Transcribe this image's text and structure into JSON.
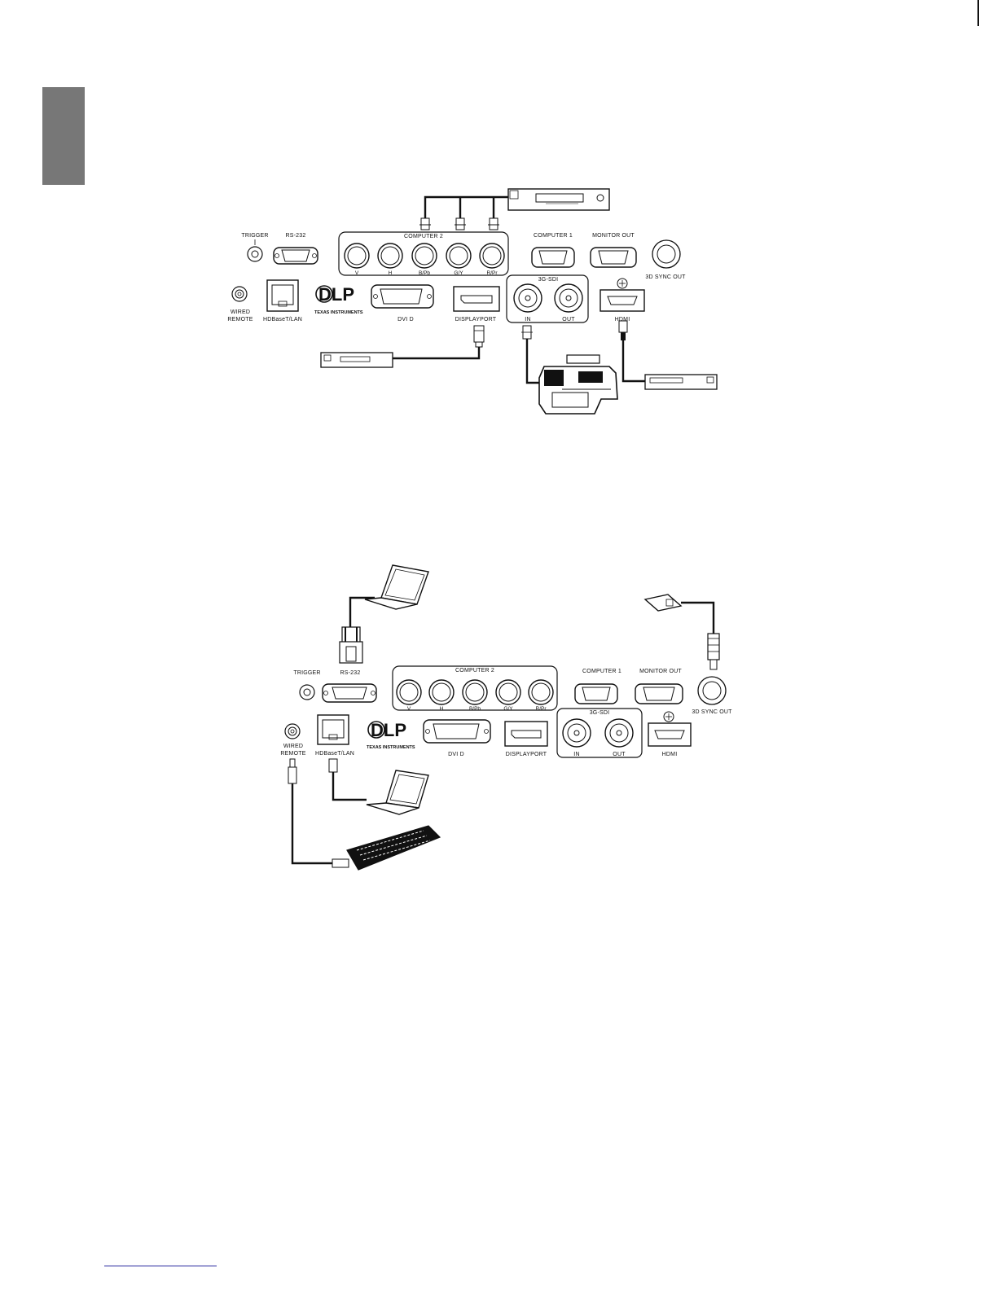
{
  "panel1": {
    "labels": {
      "trigger": "TRIGGER",
      "rs232": "RS-232",
      "computer2": "COMPUTER 2",
      "v": "V",
      "h": "H",
      "bpb": "B/Pb",
      "gy": "G/Y",
      "rpr": "R/Pr",
      "computer1": "COMPUTER 1",
      "monitor_out": "MONITOR OUT",
      "sync_out": "3D SYNC OUT",
      "wired": "WIRED",
      "remote": "REMOTE",
      "hdbaset": "HDBaseT/LAN",
      "dlp": "DLP",
      "texas": "TEXAS INSTRUMENTS",
      "dvid": "DVI D",
      "displayport": "DISPLAYPORT",
      "sdi": "3G-SDI",
      "in": "IN",
      "out": "OUT",
      "hdmi": "HDMI"
    }
  },
  "panel2": {
    "labels": {
      "trigger": "TRIGGER",
      "rs232": "RS-232",
      "computer2": "COMPUTER 2",
      "v": "V",
      "h": "H",
      "bpb": "B/Pb",
      "gy": "G/Y",
      "rpr": "R/Pr",
      "computer1": "COMPUTER 1",
      "monitor_out": "MONITOR OUT",
      "sync_out": "3D SYNC OUT",
      "wired": "WIRED",
      "remote": "REMOTE",
      "hdbaset": "HDBaseT/LAN",
      "dlp": "DLP",
      "texas": "TEXAS INSTRUMENTS",
      "dvid": "DVI D",
      "displayport": "DISPLAYPORT",
      "sdi": "3G-SDI",
      "in": "IN",
      "out": "OUT",
      "hdmi": "HDMI"
    }
  },
  "colors": {
    "side_tab": "#777777",
    "ink": "#111111",
    "footer_link": "#2a2aa0"
  }
}
